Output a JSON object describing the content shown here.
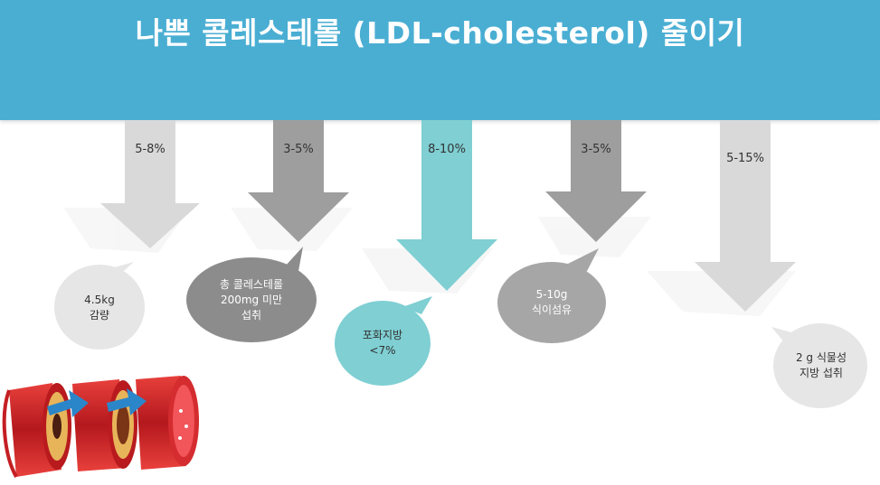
{
  "title": "나쁜 콜레스테롤 (LDL-cholesterol) 줄이기",
  "items": [
    {
      "percent": "5-8%",
      "line1": "4.5kg",
      "line2": "감량",
      "arrow_color": "#d9d9d9",
      "bubble_color": "#e6e6e6",
      "text_color": "#333333"
    },
    {
      "percent": "3-5%",
      "line1": "총 콜레스테롤",
      "line2": "200mg 미만",
      "line3": "섭취",
      "arrow_color": "#9e9e9e",
      "bubble_color": "#8c8c8c",
      "text_color": "#ffffff"
    },
    {
      "percent": "8-10%",
      "line1": "포화지방",
      "line2": "<7%",
      "arrow_color": "#7fcfd3",
      "bubble_color": "#7fcfd3",
      "text_color": "#333333"
    },
    {
      "percent": "3-5%",
      "line1": "5-10g",
      "line2": "식이섬유",
      "arrow_color": "#9e9e9e",
      "bubble_color": "#a6a6a6",
      "text_color": "#ffffff"
    },
    {
      "percent": "5-15%",
      "line1": "2 g 식물성",
      "line2": "지방 섭취",
      "arrow_color": "#d9d9d9",
      "bubble_color": "#e6e6e6",
      "text_color": "#333333"
    }
  ]
}
